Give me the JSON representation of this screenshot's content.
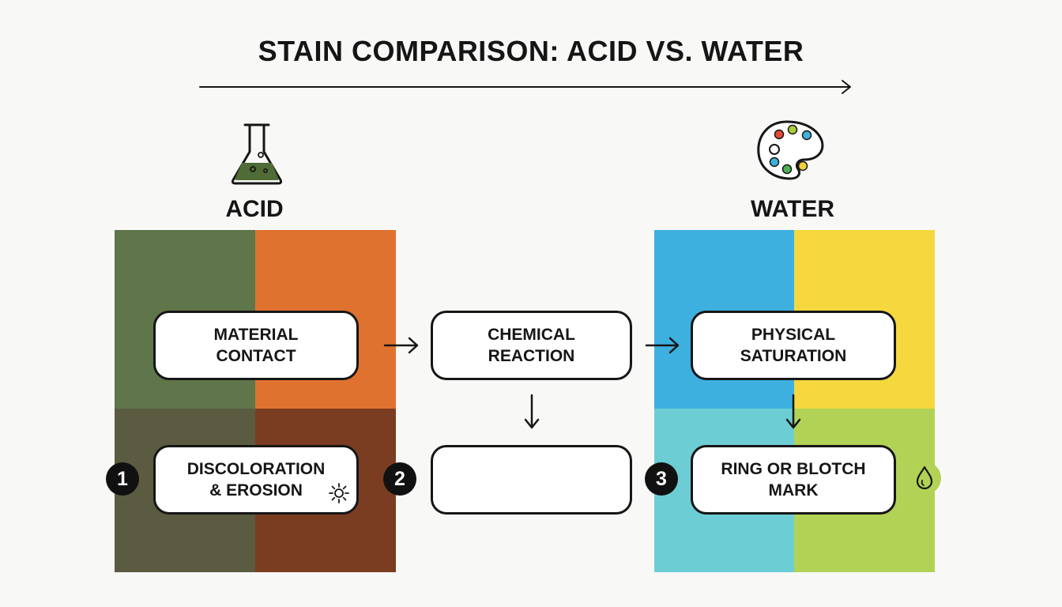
{
  "title": "STAIN COMPARISON: ACID VS. WATER",
  "acid": {
    "heading": "ACID",
    "icon": "flask-icon",
    "colors": {
      "top_left": "#5f754a",
      "top_right": "#e0722f",
      "bottom_left": "#5b5b41",
      "bottom_right": "#7b3d22"
    }
  },
  "water": {
    "heading": "WATER",
    "icon": "palette-icon",
    "colors": {
      "top_left": "#3eb0e0",
      "top_right": "#f4d83e",
      "bottom_left": "#6dcdd4",
      "bottom_right": "#b2d256"
    }
  },
  "steps": {
    "material_contact": "MATERIAL\nCONTACT",
    "chemical_reaction": "CHEMICAL\nREACTION",
    "physical_saturation": "PHYSICAL\nSATURATION",
    "discoloration": "DISCOLORATION\n& EROSION",
    "middle_result": "",
    "ring_mark": "RING OR BLOTCH\nMARK"
  },
  "badges": {
    "one": "1",
    "two": "2",
    "three": "3"
  },
  "icons": {
    "sun": "sun-icon",
    "drop": "water-drop-icon"
  }
}
